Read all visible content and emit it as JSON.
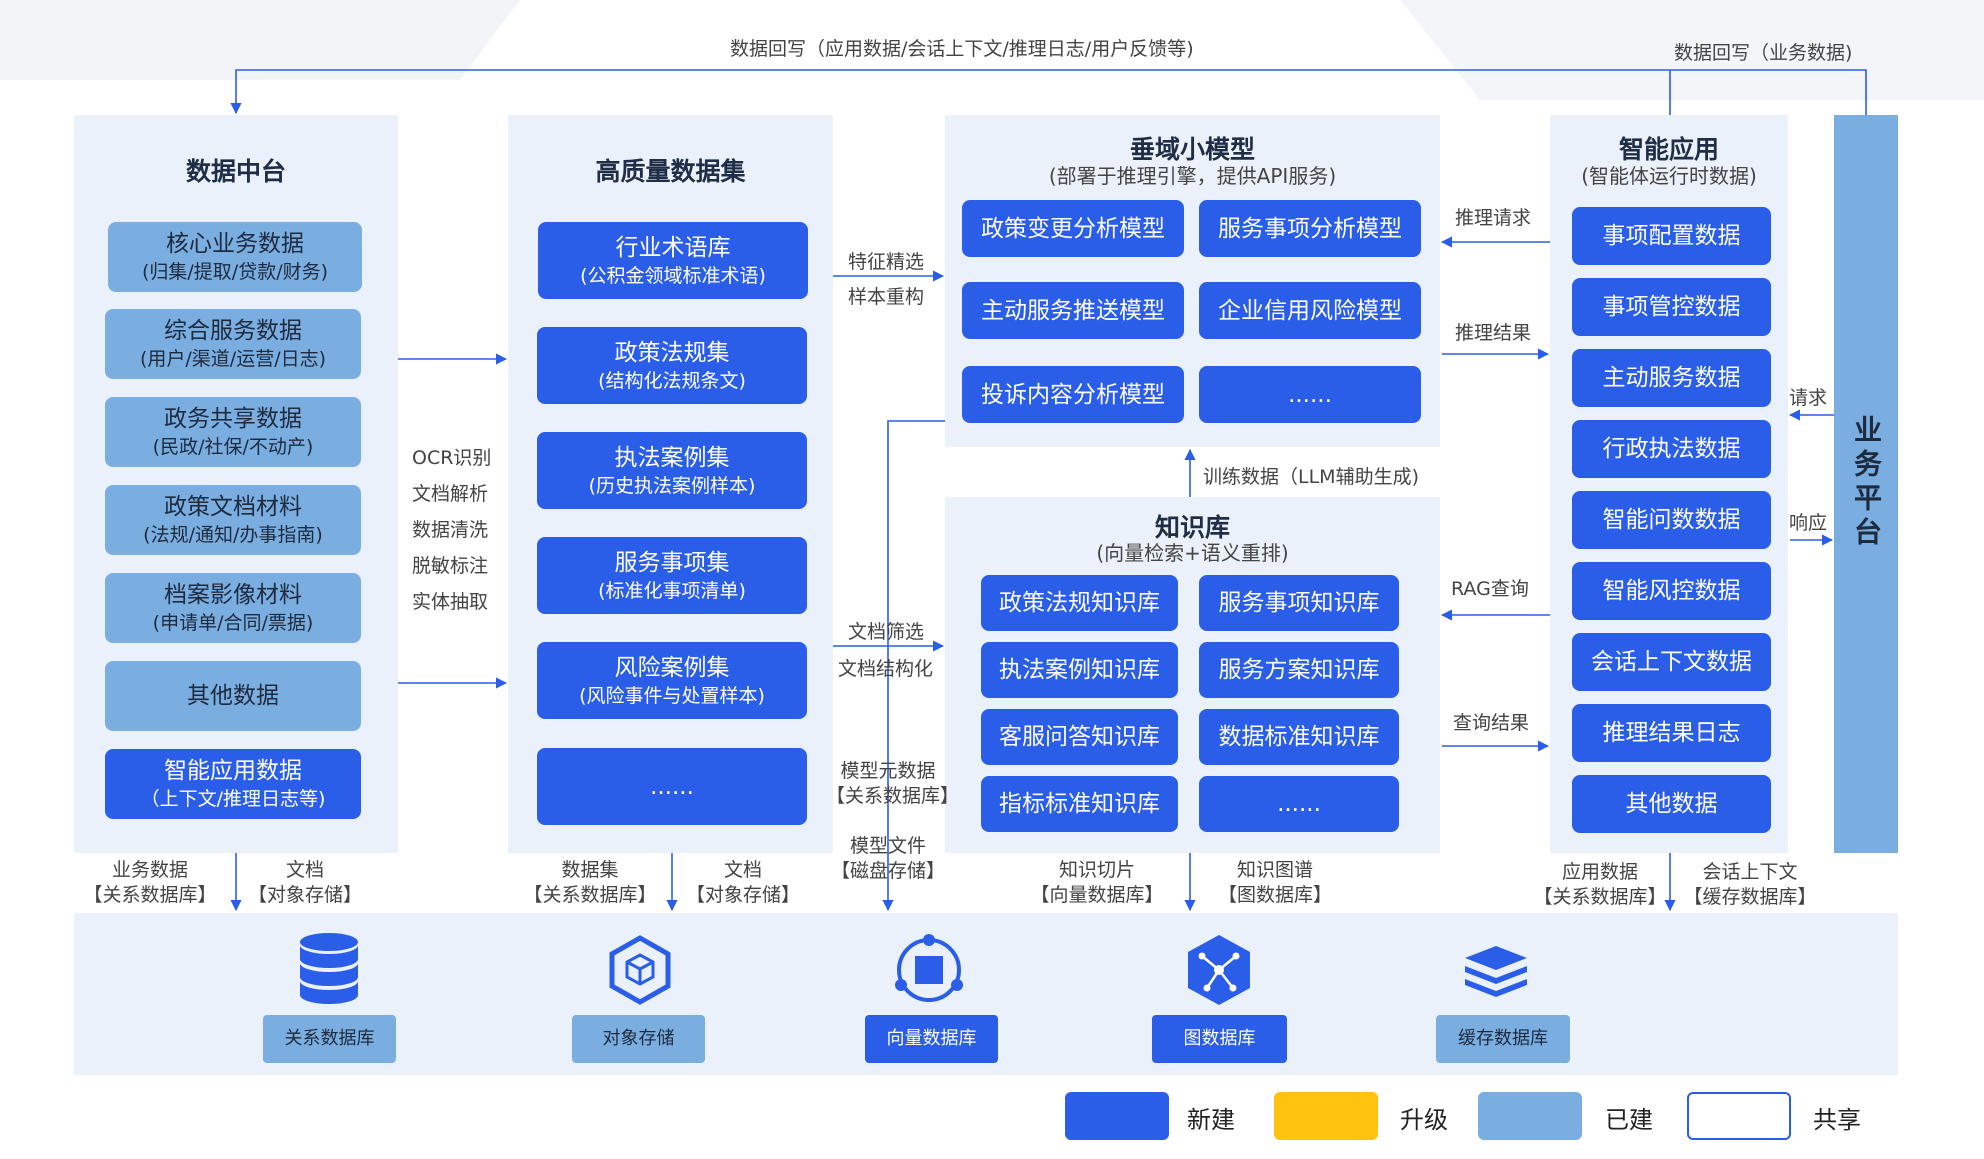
{
  "top_feedback": {
    "left": "数据回写（应用数据/会话上下文/推理日志/用户反馈等)",
    "right": "数据回写（业务数据)"
  },
  "data_center": {
    "title": "数据中台",
    "items": [
      {
        "main": "核心业务数据",
        "sub": "(归集/提取/贷款/财务)"
      },
      {
        "main": "综合服务数据",
        "sub": "(用户/渠道/运营/日志)"
      },
      {
        "main": "政务共享数据",
        "sub": "(民政/社保/不动产)"
      },
      {
        "main": "政策文档材料",
        "sub": "(法规/通知/办事指南)"
      },
      {
        "main": "档案影像材料",
        "sub": "(申请单/合同/票据)"
      },
      {
        "main": "其他数据",
        "sub": ""
      },
      {
        "main": "智能应用数据",
        "sub": "（上下文/推理日志等)"
      }
    ]
  },
  "processing_steps": [
    "OCR识别",
    "文档解析",
    "数据清洗",
    "脱敏标注",
    "实体抽取"
  ],
  "dataset": {
    "title": "高质量数据集",
    "items": [
      {
        "main": "行业术语库",
        "sub": "(公积金领域标准术语)"
      },
      {
        "main": "政策法规集",
        "sub": "(结构化法规条文)"
      },
      {
        "main": "执法案例集",
        "sub": "(历史执法案例样本)"
      },
      {
        "main": "服务事项集",
        "sub": "(标准化事项清单)"
      },
      {
        "main": "风险案例集",
        "sub": "(风险事件与处置样本)"
      },
      {
        "main": "......",
        "sub": ""
      }
    ]
  },
  "arrow_labels": {
    "feature_select": "特征精选",
    "sample_rebuild": "样本重构",
    "doc_filter": "文档筛选",
    "doc_structure": "文档结构化",
    "model_meta": "模型元数据",
    "model_meta_store": "【关系数据库】",
    "model_file": "模型文件",
    "model_file_store": "【磁盘存储】",
    "train_data": "训练数据（LLM辅助生成)",
    "infer_request": "推理请求",
    "infer_result": "推理结果",
    "rag_query": "RAG查询",
    "query_result": "查询结果",
    "request": "请求",
    "response": "响应"
  },
  "small_model": {
    "title": "垂域小模型",
    "subtitle": "(部署于推理引擎，提供API服务)",
    "items": [
      "政策变更分析模型",
      "服务事项分析模型",
      "主动服务推送模型",
      "企业信用风险模型",
      "投诉内容分析模型",
      "......"
    ]
  },
  "knowledge": {
    "title": "知识库",
    "subtitle": "(向量检索+语义重排)",
    "items": [
      "政策法规知识库",
      "服务事项知识库",
      "执法案例知识库",
      "服务方案知识库",
      "客服问答知识库",
      "数据标准知识库",
      "指标标准知识库",
      "......"
    ]
  },
  "smart_app": {
    "title": "智能应用",
    "subtitle": "(智能体运行时数据)",
    "items": [
      "事项配置数据",
      "事项管控数据",
      "主动服务数据",
      "行政执法数据",
      "智能问数数据",
      "智能风控数据",
      "会话上下文数据",
      "推理结果日志",
      "其他数据"
    ]
  },
  "business_platform": {
    "label": "业务平台"
  },
  "bottom_labels": [
    {
      "line1": "业务数据",
      "line2": "【关系数据库】"
    },
    {
      "line1": "文档",
      "line2": "【对象存储】"
    },
    {
      "line1": "数据集",
      "line2": "【关系数据库】"
    },
    {
      "line1": "文档",
      "line2": "【对象存储】"
    },
    {
      "line1": "知识切片",
      "line2": "【向量数据库】"
    },
    {
      "line1": "知识图谱",
      "line2": "【图数据库】"
    },
    {
      "line1": "应用数据",
      "line2": "【关系数据库】"
    },
    {
      "line1": "会话上下文",
      "line2": "【缓存数据库】"
    }
  ],
  "storage": [
    {
      "label": "关系数据库",
      "icon": "database-icon"
    },
    {
      "label": "对象存储",
      "icon": "cube-icon"
    },
    {
      "label": "向量数据库",
      "icon": "vector-icon"
    },
    {
      "label": "图数据库",
      "icon": "graph-icon"
    },
    {
      "label": "缓存数据库",
      "icon": "layers-icon"
    }
  ],
  "legend": [
    {
      "label": "新建",
      "color": "#2b5ee8"
    },
    {
      "label": "升级",
      "color": "#ffc20e"
    },
    {
      "label": "已建",
      "color": "#7aaee0"
    },
    {
      "label": "共享",
      "color": "#ffffff"
    }
  ]
}
